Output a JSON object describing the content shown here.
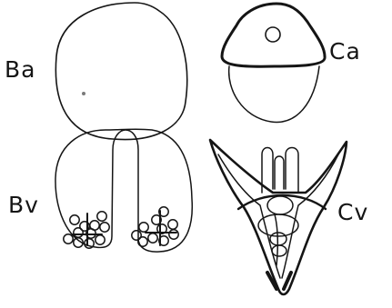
{
  "labels": {
    "ba": "Ba",
    "ca": "Ca",
    "bv": "Bv",
    "cv": "Cv"
  },
  "colors": {
    "ink": "#151515",
    "paper": "#ffffff"
  }
}
